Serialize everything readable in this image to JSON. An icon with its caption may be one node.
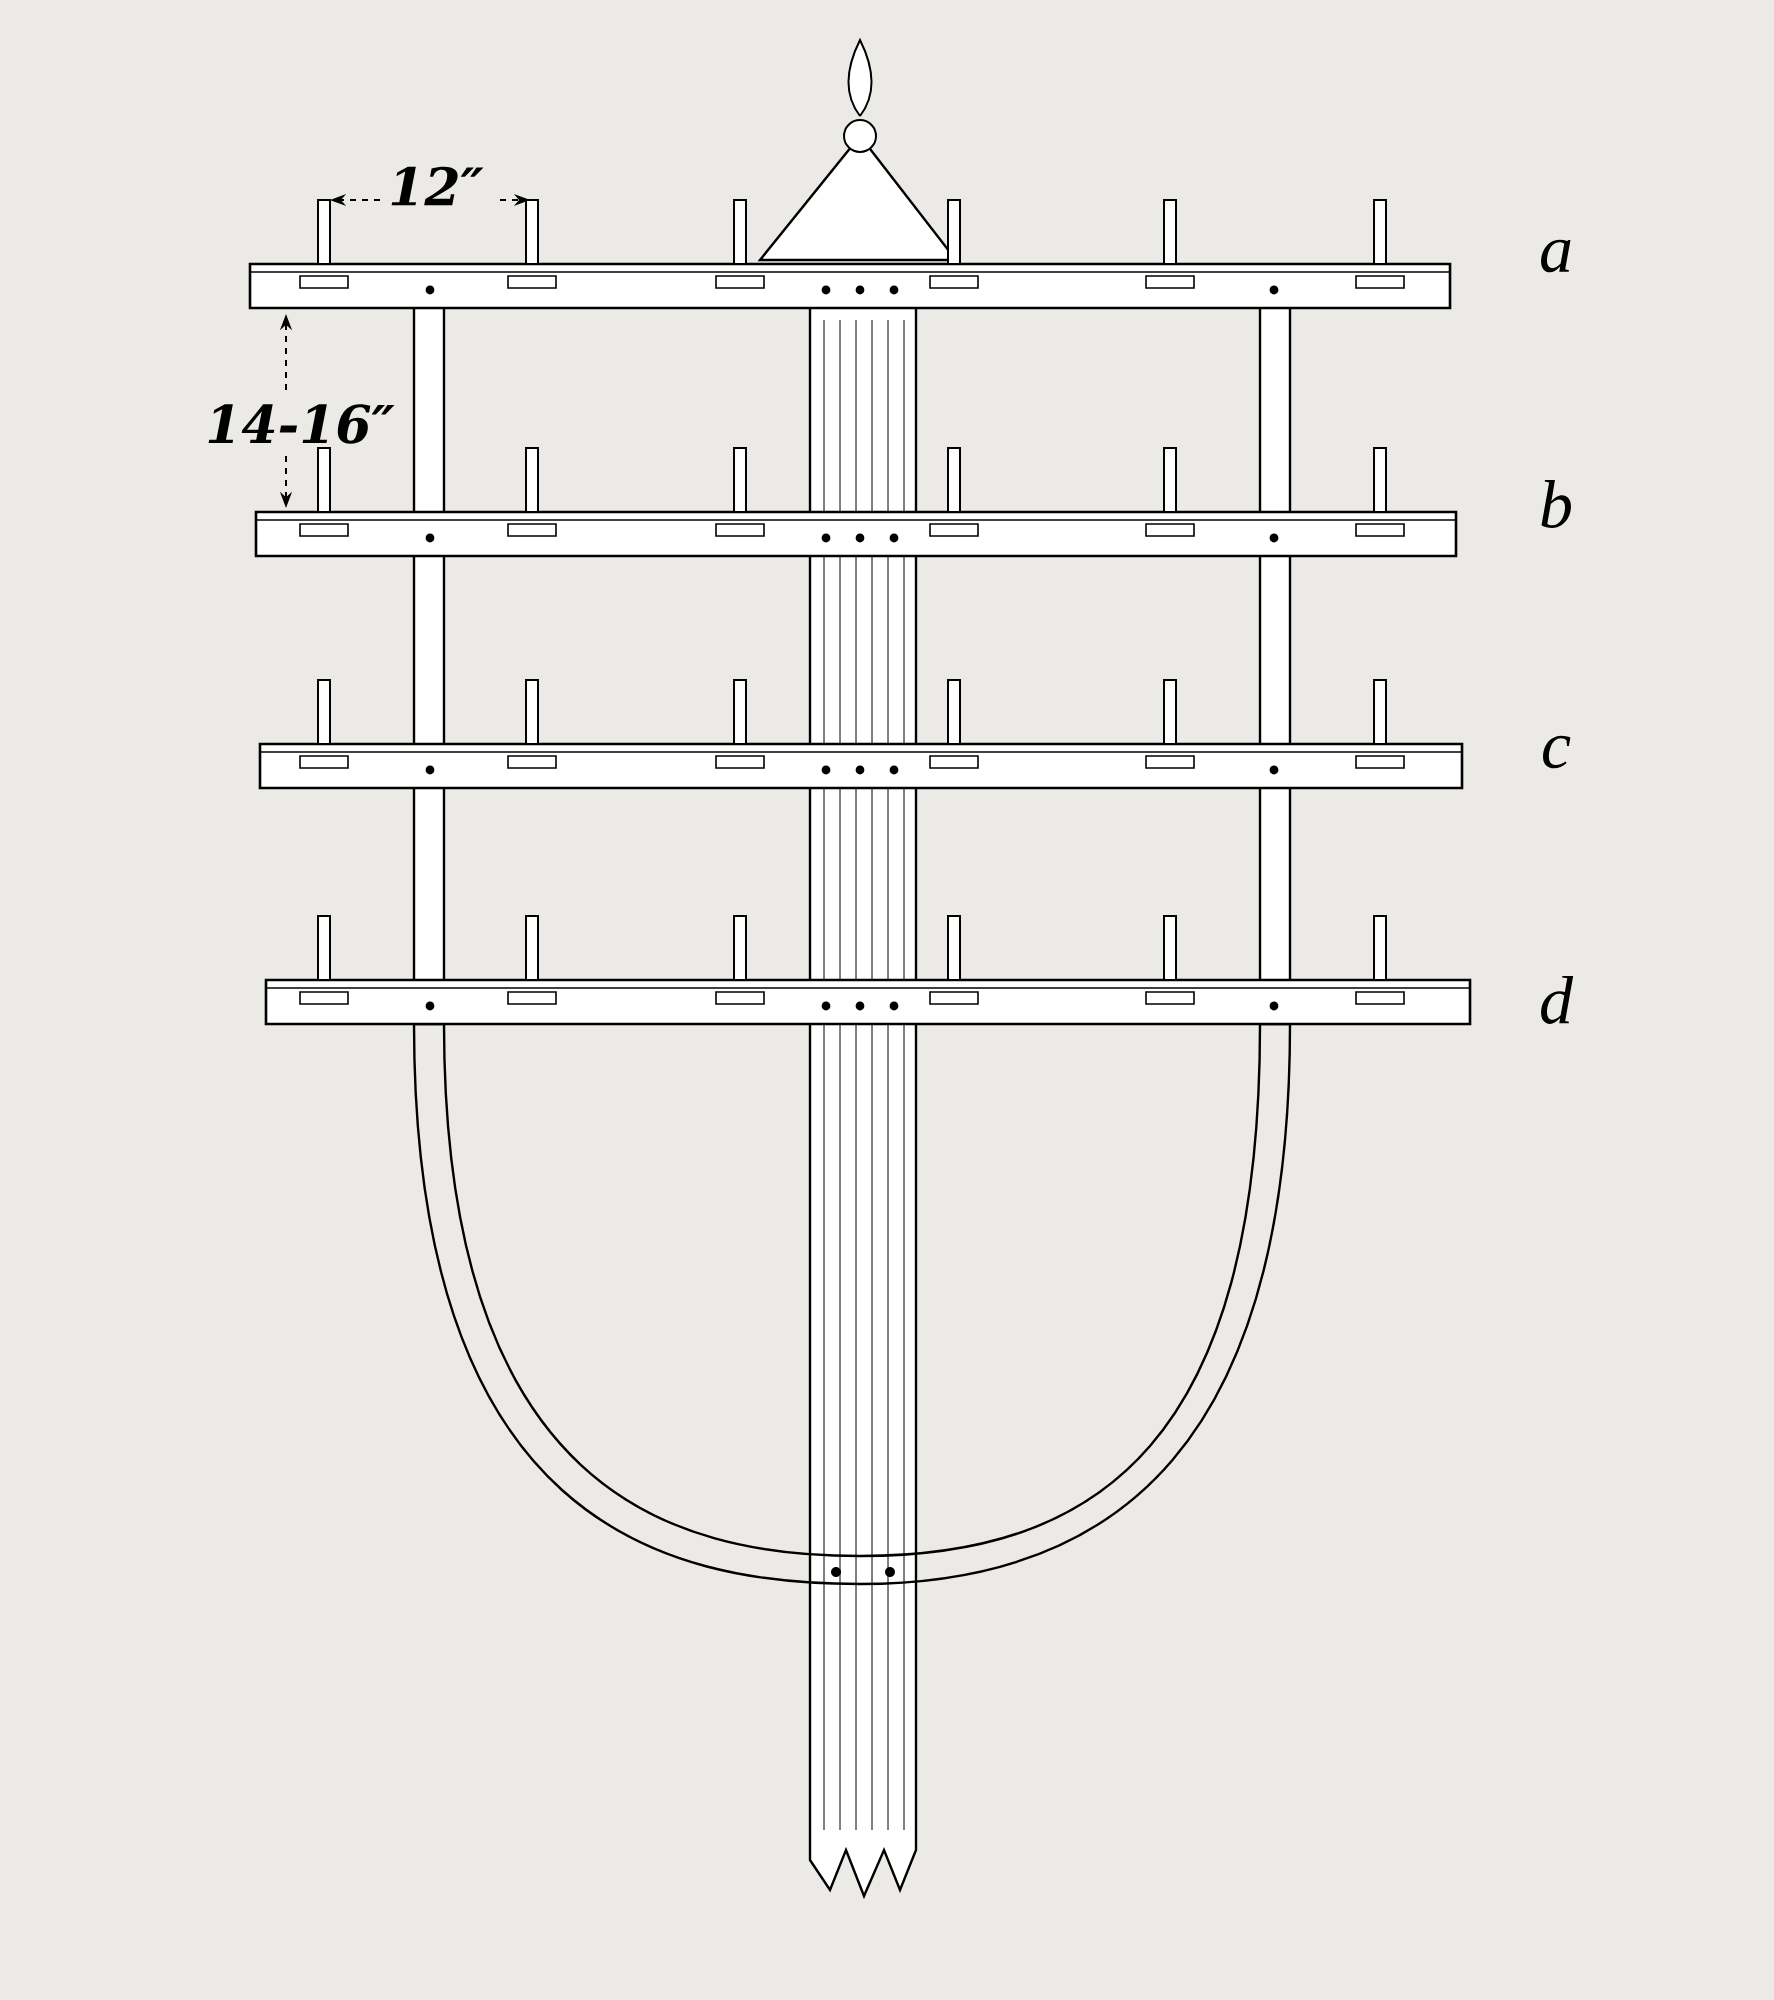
{
  "diagram": {
    "labels": [
      "12″",
      "14-16″",
      "a",
      "b",
      "c",
      "d"
    ]
  }
}
